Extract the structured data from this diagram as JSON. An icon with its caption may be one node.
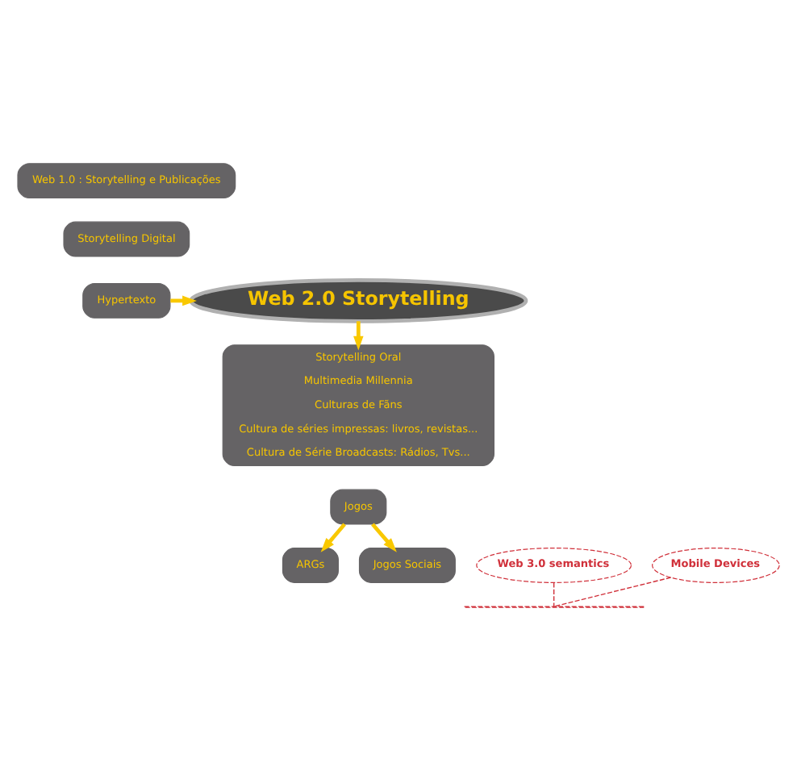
{
  "diagram": {
    "nodes": [
      {
        "text": [
          "Web 2.0 Storytelling"
        ]
      },
      {
        "text": [
          "Web 1.0 : Storytelling e Publicações"
        ]
      },
      {
        "text": [
          "Storytelling Digital"
        ]
      },
      {
        "text": [
          "Hypertexto"
        ]
      },
      {
        "text": [
          "Storytelling Oral",
          "Multimedia Millennia",
          "Culturas de Fãns",
          "Cultura de séries impressas: livros, revistas...",
          "Cultura de Série Broadcasts: Rádios, Tvs..."
        ]
      },
      {
        "text": [
          "Jogos"
        ]
      },
      {
        "text": [
          "ARGs"
        ]
      },
      {
        "text": [
          "Jogos Sociais"
        ]
      },
      {
        "text": [
          "Web 3.0 semantics"
        ]
      },
      {
        "text": [
          "Mobile Devices"
        ]
      },
      {
        "text": [],
        "shape": "bar"
      }
    ],
    "edges": [
      {
        "from": 3,
        "to": 0,
        "arrow": "to"
      },
      {
        "from": 0,
        "to": 4,
        "arrow": "to"
      },
      {
        "from": 5,
        "to": 6,
        "arrow": "to"
      },
      {
        "from": 5,
        "to": 7,
        "arrow": "to"
      },
      {
        "from": 8,
        "to": 10,
        "arrow": "none",
        "style": "dashed",
        "color": "#d0303a"
      },
      {
        "from": 9,
        "to": 10,
        "arrow": "none",
        "style": "dashed",
        "color": "#d0303a"
      }
    ]
  }
}
